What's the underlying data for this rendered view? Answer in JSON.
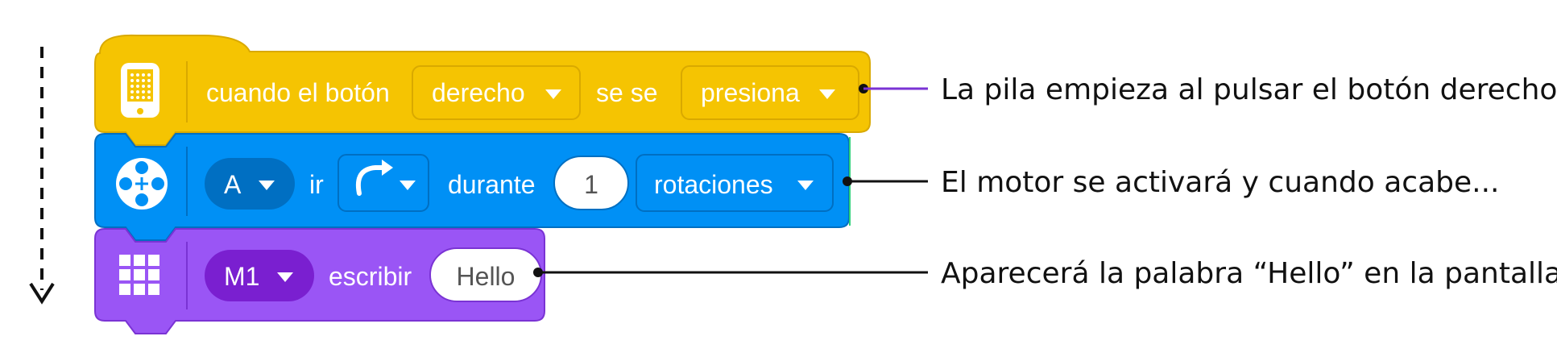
{
  "colors": {
    "event_block": "#f5c402",
    "event_border": "#d9a900",
    "motor_block": "#0090f5",
    "motor_border": "#006fc2",
    "display_block": "#9a55f5",
    "display_border": "#7a33d4",
    "text": "#ffffff",
    "value_text": "#555555"
  },
  "blocks": [
    {
      "id": "event",
      "icon": "hub-icon",
      "label_start": "cuando el botón",
      "dropdown_1": "derecho",
      "label_mid": "se se",
      "dropdown_2": "presiona"
    },
    {
      "id": "motor",
      "icon": "motor-icon",
      "port": "A",
      "label_go": "ir",
      "direction_icon": "clockwise-arrow-icon",
      "label_for": "durante",
      "amount": "1",
      "unit": "rotaciones"
    },
    {
      "id": "display",
      "icon": "light-matrix-icon",
      "port": "M1",
      "label_write": "escribir",
      "text_value": "Hello"
    }
  ],
  "annotations": [
    "La pila empieza al pulsar el botón derecho",
    "El motor se activará y cuando acabe...",
    "Aparecerá la palabra “Hello” en la pantalla"
  ]
}
